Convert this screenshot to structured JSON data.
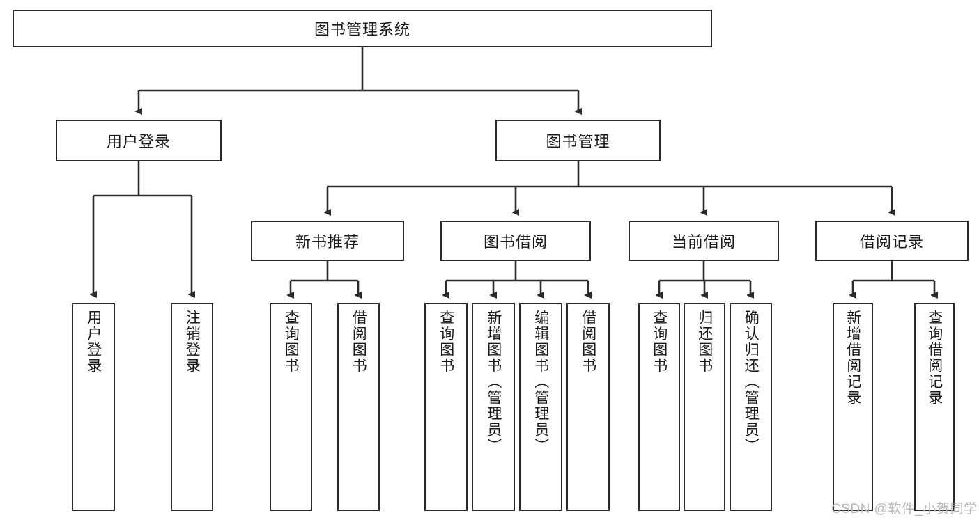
{
  "diagram": {
    "title": "图书管理系统",
    "type": "tree-hierarchy",
    "root": {
      "label": "图书管理系统"
    },
    "level2": [
      {
        "label": "用户登录"
      },
      {
        "label": "图书管理"
      }
    ],
    "level3": [
      {
        "label": "新书推荐"
      },
      {
        "label": "图书借阅"
      },
      {
        "label": "当前借阅"
      },
      {
        "label": "借阅记录"
      }
    ],
    "leaves": {
      "user_login": [
        {
          "label": "用户登录"
        },
        {
          "label": "注销登录"
        }
      ],
      "new_book_recommend": [
        {
          "label": "查询图书"
        },
        {
          "label": "借阅图书"
        }
      ],
      "book_borrow": [
        {
          "label": "查询图书"
        },
        {
          "label": "新增图书（管理员）"
        },
        {
          "label": "编辑图书（管理员）"
        },
        {
          "label": "借阅图书"
        }
      ],
      "current_borrow": [
        {
          "label": "查询图书"
        },
        {
          "label": "归还图书"
        },
        {
          "label": "确认归还（管理员）"
        }
      ],
      "borrow_record": [
        {
          "label": "新增借阅记录"
        },
        {
          "label": "查询借阅记录"
        }
      ]
    }
  },
  "watermark": {
    "text": "CSDN @软件_小贺同学"
  },
  "colors": {
    "stroke": "#2b2b2b",
    "fill": "#ffffff",
    "text": "#1a1a1a",
    "watermark": "#b6b6b6"
  }
}
